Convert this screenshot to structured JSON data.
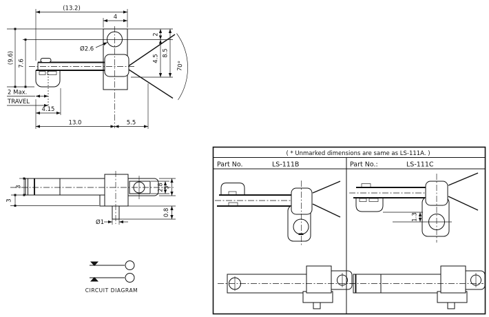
{
  "colors": {
    "ink": "#111111",
    "bg": "#ffffff"
  },
  "main_view": {
    "dims": {
      "overall_width": "(13.2)",
      "body_width": "4",
      "hole_dia": "Ø2.6",
      "overall_height": "(9.6)",
      "center_height": "7.6",
      "travel_value": "2 Max.",
      "travel_label": "TRAVEL",
      "button_width": "4.15",
      "lever_length": "13.0",
      "overhang": "5.5",
      "hole_offset": "2",
      "lever_rise": "4.5",
      "total_rise": "8.5",
      "swing_angle": "70°"
    }
  },
  "top_view": {
    "dims": {
      "bar_height": "3",
      "step_height": "3",
      "pin_dia": "Ø1",
      "slot_height": "2.8",
      "tab_height": "5",
      "pin_length": "0.8"
    }
  },
  "circuit": {
    "label": "CIRCUIT  DIAGRAM"
  },
  "table": {
    "note": "( * Unmarked dimensions are same as LS-111A. )",
    "left": {
      "part_label": "Part No.",
      "part_no": "LS-111B"
    },
    "right": {
      "part_label": "Part No.:",
      "part_no": "LS-111C",
      "hole_offset_dim": "1.3"
    }
  }
}
